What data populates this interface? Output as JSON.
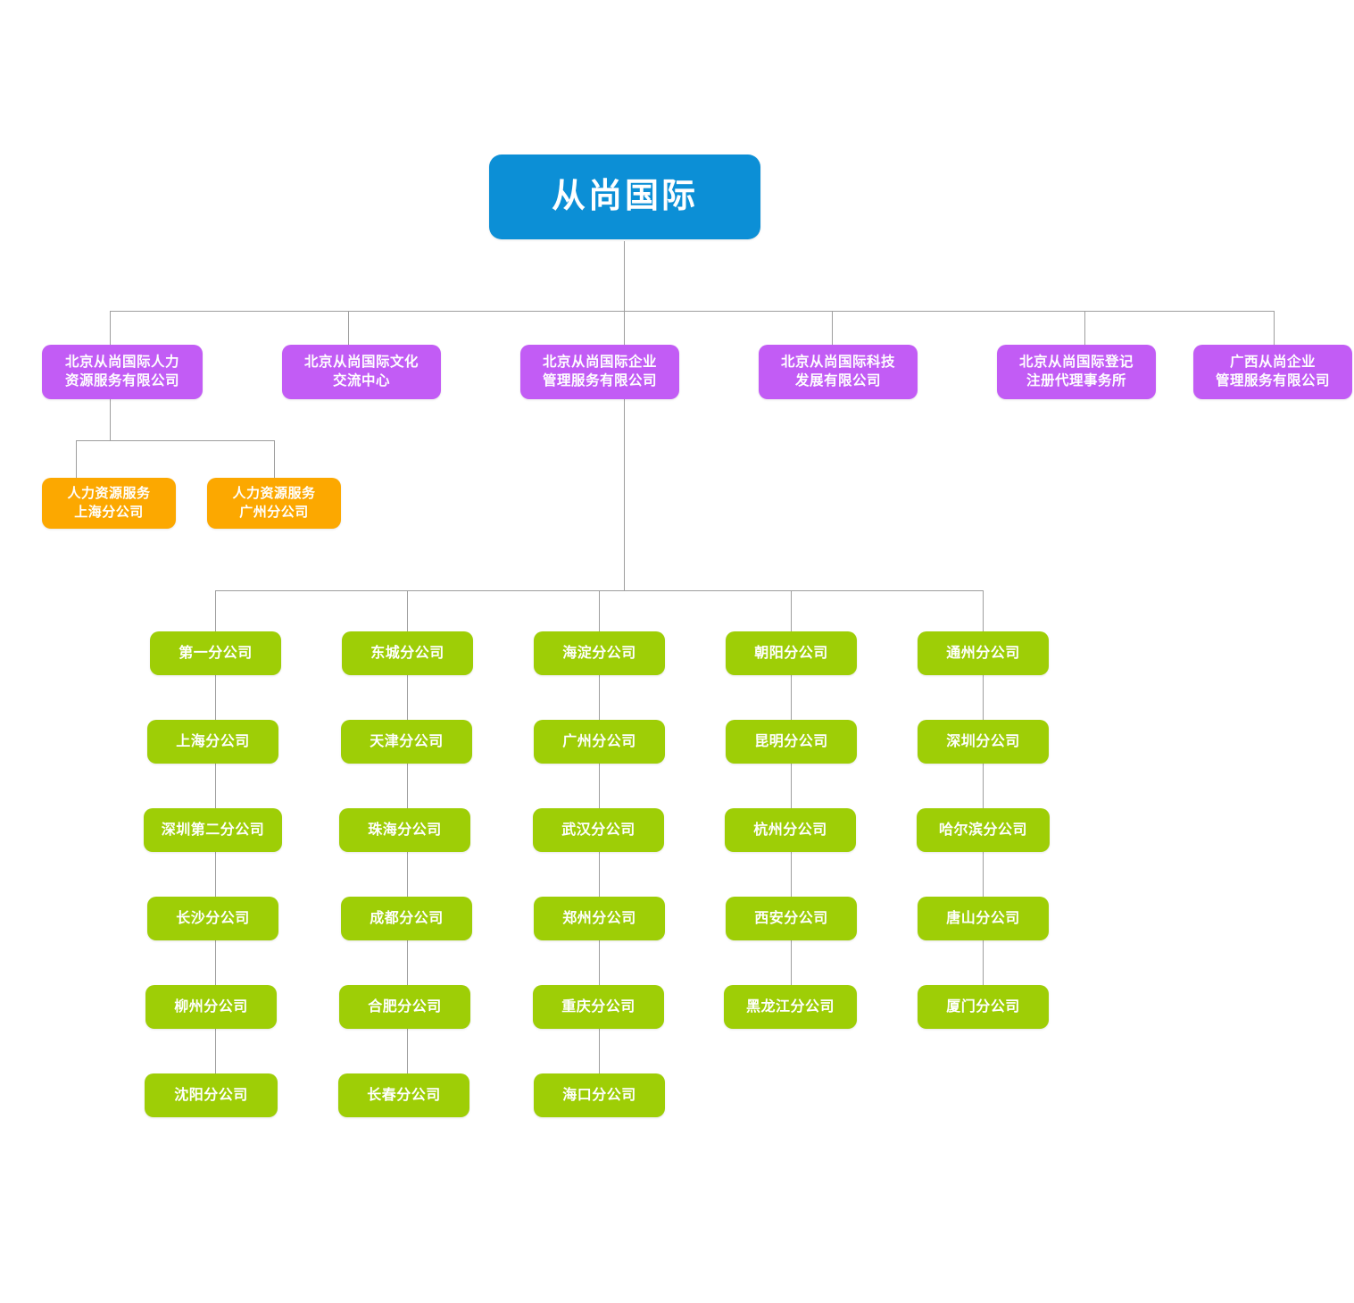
{
  "colors": {
    "root": "#0c8fd6",
    "division": "#c25cf5",
    "hr_branch": "#fca800",
    "branch": "#9ece06",
    "connector": "#9e9e9e",
    "background": "#ffffff"
  },
  "root": {
    "label": "从尚国际"
  },
  "divisions": [
    {
      "label": "北京从尚国际人力\n资源服务有限公司"
    },
    {
      "label": "北京从尚国际文化\n交流中心"
    },
    {
      "label": "北京从尚国际企业\n管理服务有限公司"
    },
    {
      "label": "北京从尚国际科技\n发展有限公司"
    },
    {
      "label": "北京从尚国际登记\n注册代理事务所"
    },
    {
      "label": "广西从尚企业\n管理服务有限公司"
    }
  ],
  "hr_branches": [
    {
      "label": "人力资源服务\n上海分公司"
    },
    {
      "label": "人力资源服务\n广州分公司"
    }
  ],
  "branch_columns": [
    {
      "items": [
        {
          "label": "第一分公司"
        },
        {
          "label": "上海分公司"
        },
        {
          "label": "深圳第二分公司"
        },
        {
          "label": "长沙分公司"
        },
        {
          "label": "柳州分公司"
        },
        {
          "label": "沈阳分公司"
        }
      ]
    },
    {
      "items": [
        {
          "label": "东城分公司"
        },
        {
          "label": "天津分公司"
        },
        {
          "label": "珠海分公司"
        },
        {
          "label": "成都分公司"
        },
        {
          "label": "合肥分公司"
        },
        {
          "label": "长春分公司"
        }
      ]
    },
    {
      "items": [
        {
          "label": "海淀分公司"
        },
        {
          "label": "广州分公司"
        },
        {
          "label": "武汉分公司"
        },
        {
          "label": "郑州分公司"
        },
        {
          "label": "重庆分公司"
        },
        {
          "label": "海口分公司"
        }
      ]
    },
    {
      "items": [
        {
          "label": "朝阳分公司"
        },
        {
          "label": "昆明分公司"
        },
        {
          "label": "杭州分公司"
        },
        {
          "label": "西安分公司"
        },
        {
          "label": "黑龙江分公司"
        }
      ]
    },
    {
      "items": [
        {
          "label": "通州分公司"
        },
        {
          "label": "深圳分公司"
        },
        {
          "label": "哈尔滨分公司"
        },
        {
          "label": "唐山分公司"
        },
        {
          "label": "厦门分公司"
        }
      ]
    }
  ]
}
